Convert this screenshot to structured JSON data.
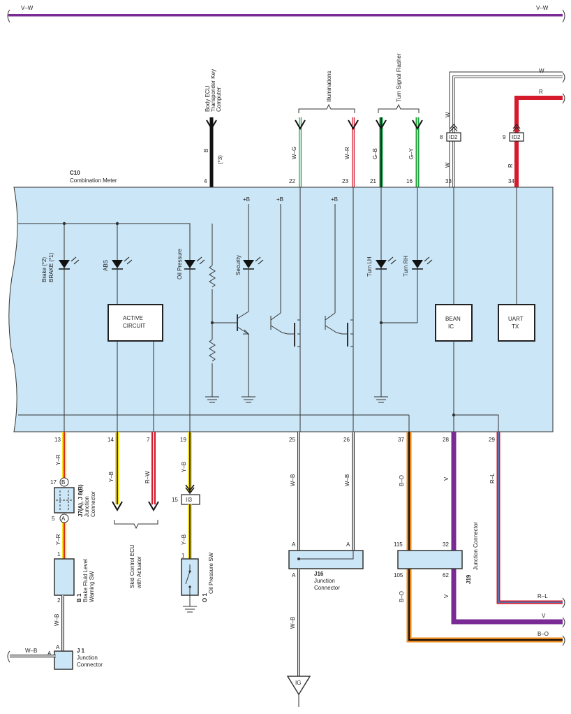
{
  "colors": {
    "meter_fill": "#cbe6f6",
    "violet": "#7a2a95",
    "red": "#d51a2b",
    "yellow": "#f7e124",
    "green": "#1aa04a",
    "orange": "#f08a1b",
    "black": "#111111",
    "white_wire": "#ffffff"
  },
  "top_bus": {
    "label_left": "V–W",
    "label_right": "V–W"
  },
  "meter": {
    "id": "C10",
    "name": "Combination Meter",
    "active_circuit_line1": "ACTIVE",
    "active_circuit_line2": "CIRCUIT",
    "bean_line1": "BEAN",
    "bean_line2": "IC",
    "uart_line1": "UART",
    "uart_line2": "TX",
    "plus_b": "+B"
  },
  "indicators": {
    "brake_line1": "Brake (*2)",
    "brake_line2": "BRAKE (*1)",
    "abs": "ABS",
    "oil": "Oil Pressure",
    "security": "Security",
    "turn_lh": "Turn LH",
    "turn_rh": "Turn RH"
  },
  "top_group_labels": {
    "body_ecu_line1": "Body ECU",
    "body_ecu_line2": "Transponder Key",
    "body_ecu_line3": "Computer",
    "illuminations": "Illuminations",
    "turn_signal_flasher": "Turn Signal Flasher"
  },
  "top_pins": [
    {
      "pin": "4",
      "wire": "B",
      "note": "(*3)"
    },
    {
      "pin": "22",
      "wire": "W–G"
    },
    {
      "pin": "23",
      "wire": "W–R"
    },
    {
      "pin": "21",
      "wire": "G–B"
    },
    {
      "pin": "16",
      "wire": "G–Y"
    },
    {
      "pin": "33",
      "wire": "W",
      "connector": "ID2",
      "conn_pin": "8",
      "upper_wire": "W",
      "bus": "W"
    },
    {
      "pin": "34",
      "wire": "R",
      "connector": "ID2",
      "conn_pin": "9",
      "bus": "R"
    }
  ],
  "bottom_pins": [
    {
      "pin": "13",
      "wire": "Y–R"
    },
    {
      "pin": "14",
      "wire": "Y–B"
    },
    {
      "pin": "7",
      "wire": "R–W"
    },
    {
      "pin": "19",
      "wire": "Y–B"
    },
    {
      "pin": "25",
      "wire": "W–B"
    },
    {
      "pin": "26",
      "wire": "W–B"
    },
    {
      "pin": "37",
      "wire": "B–O"
    },
    {
      "pin": "28",
      "wire": "V"
    },
    {
      "pin": "29",
      "wire": "R–L"
    }
  ],
  "skid_control": {
    "line1": "Skid Control ECU",
    "line2": "with Actuator"
  },
  "j7": {
    "id": "J7(A), J 8(B)",
    "line1": "Junction",
    "line2": "Connector",
    "pin_top": "17",
    "pin_bottom": "5",
    "letter_top": "B",
    "letter_bottom": "A",
    "wire_below": "Y–R"
  },
  "b1": {
    "id": "B 1",
    "line1": "Brake Fluid Level",
    "line2": "Warning SW",
    "pin_top": "1",
    "pin_bottom": "2",
    "wire_below": "W–B"
  },
  "j1": {
    "id": "J 1",
    "line1": "Junction",
    "line2": "Connector",
    "pin": "A",
    "wire_left": "W–B",
    "letter_left": "A"
  },
  "ii3": {
    "id": "II3",
    "pin": "15",
    "wire_below": "Y–B"
  },
  "o1": {
    "id": "O 1",
    "name": "Oil Pressure SW",
    "pin": "1"
  },
  "j16": {
    "id": "J16",
    "line1": "Junction",
    "line2": "Connector",
    "pin_a": "A",
    "wire_below": "W–B"
  },
  "j19": {
    "id": "J19",
    "name": "Junction Connector",
    "pin_115": "115",
    "pin_32": "32",
    "pin_105": "105",
    "pin_62": "62",
    "wire_bo": "B–O",
    "wire_v": "V"
  },
  "right_buses": {
    "rl": "R–L",
    "v": "V",
    "bo": "B–O"
  },
  "ground": {
    "ig": "IG"
  }
}
